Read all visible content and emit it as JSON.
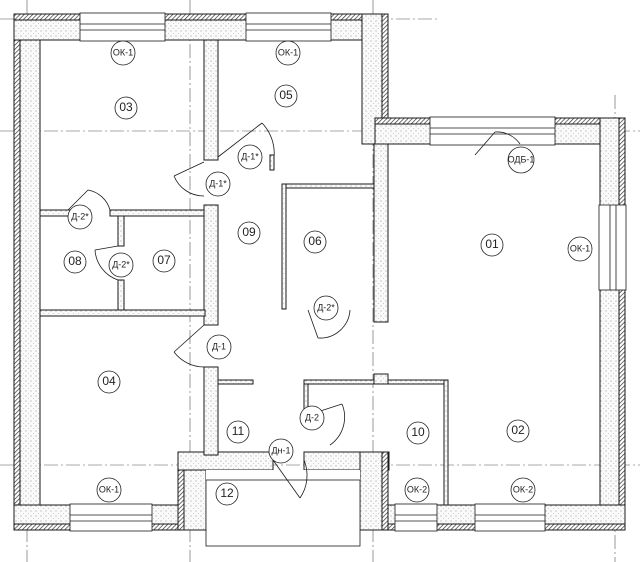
{
  "rooms": {
    "r01": "01",
    "r02": "02",
    "r03": "03",
    "r04": "04",
    "r05": "05",
    "r06": "06",
    "r07": "07",
    "r08": "08",
    "r09": "09",
    "r10": "10",
    "r11": "11",
    "r12": "12"
  },
  "marks": {
    "ok1_a": "ОК-1",
    "ok1_b": "ОК-1",
    "ok1_c": "ОК-1",
    "ok1_d": "ОК-1",
    "ok2_a": "ОК-2",
    "ok2_b": "ОК-2",
    "odb1": "ОДБ-1",
    "d1s_a": "Д-1*",
    "d1s_b": "Д-1*",
    "d2s_a": "Д-2*",
    "d2s_b": "Д-2*",
    "d2s_c": "Д-2*",
    "d1": "Д-1",
    "d2": "Д-2",
    "dn1": "Дн-1"
  },
  "colors": {
    "line": "#1a1a1a",
    "wall_fill": "#f2f2f2",
    "hatch": "#333333",
    "axis": "#555555"
  }
}
